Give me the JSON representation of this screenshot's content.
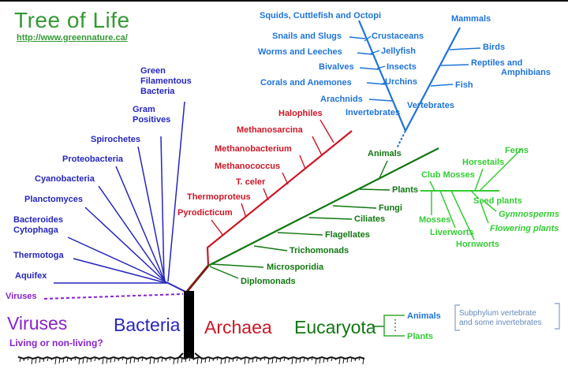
{
  "title": "Tree of Life",
  "url": "http://www.greennature.ca/",
  "domains": {
    "viruses": "Viruses",
    "bacteria": "Bacteria",
    "archaea": "Archaea",
    "eucaryota": "Eucaryota"
  },
  "viruses": {
    "small_label": "Viruses",
    "question": "Living or non-living?"
  },
  "bacteria_taxa": {
    "green_filamentous": "Green\nFilamentous\nBacteria",
    "gram_positives": "Gram\nPositives",
    "spirochetes": "Spirochetes",
    "proteobacteria": "Proteobacteria",
    "cyanobacteria": "Cyanobacteria",
    "planctomyces": "Planctomyces",
    "bacteroides": "Bacteroides\nCytophaga",
    "thermotoga": "Thermotoga",
    "aquifex": "Aquifex"
  },
  "archaea_taxa": {
    "halophiles": "Halophiles",
    "methanosarcina": "Methanosarcina",
    "methanobacterium": "Methanobacterium",
    "methanococcus": "Methanococcus",
    "t_celer": "T. celer",
    "thermoproteus": "Thermoproteus",
    "pyrodicticum": "Pyrodicticum"
  },
  "eucaryota_taxa": {
    "animals": "Animals",
    "plants": "Plants",
    "fungi": "Fungi",
    "ciliates": "Ciliates",
    "flagellates": "Flagellates",
    "trichomonads": "Trichomonads",
    "microsporidia": "Microsporidia",
    "diplomonads": "Diplomonads"
  },
  "animal_taxa": {
    "squids": "Squids, Cuttlefish and Octopi",
    "snails": "Snails and Slugs",
    "crustaceans": "Crustaceans",
    "worms": "Worms and Leeches",
    "jellyfish": "Jellyfish",
    "bivalves": "Bivalves",
    "insects": "Insects",
    "corals": "Corals and Anemones",
    "urchins": "Urchins",
    "arachnids": "Arachnids",
    "invertebrates": "Invertebrates",
    "vertebrates": "Vertebrates",
    "mammals": "Mammals",
    "birds": "Birds",
    "reptiles_line1": "Reptiles and",
    "reptiles_line2": "Amphibians",
    "fish": "Fish"
  },
  "plant_taxa": {
    "ferns": "Ferns",
    "horsetails": "Horsetails",
    "club_mosses": "Club Mosses",
    "seed_plants": "Seed plants",
    "gymnosperms": "Gymnosperms",
    "flowering_plants": "Flowering plants",
    "mosses": "Mosses",
    "liverworts": "Liverworts",
    "hornworts": "Hornworts"
  },
  "legend": {
    "animals": "Animals",
    "plants": "Plants",
    "note_line1": "Subphylum vertebrate",
    "note_line2": "and some invertebrates"
  },
  "colors": {
    "title_green": "#339933",
    "bacteria_blue": "#2626BE",
    "animal_blue": "#1E74D8",
    "archaea_red": "#CC1626",
    "eucaryota_green": "#117711",
    "plant_green": "#33CC33",
    "fork_green": "#33AA33",
    "virus_purple": "#8822CC",
    "stem_maroon": "#7A1E12",
    "note_blue": "#6688BB",
    "bracket_blue": "#99AACC",
    "trunk_black": "#000000"
  }
}
